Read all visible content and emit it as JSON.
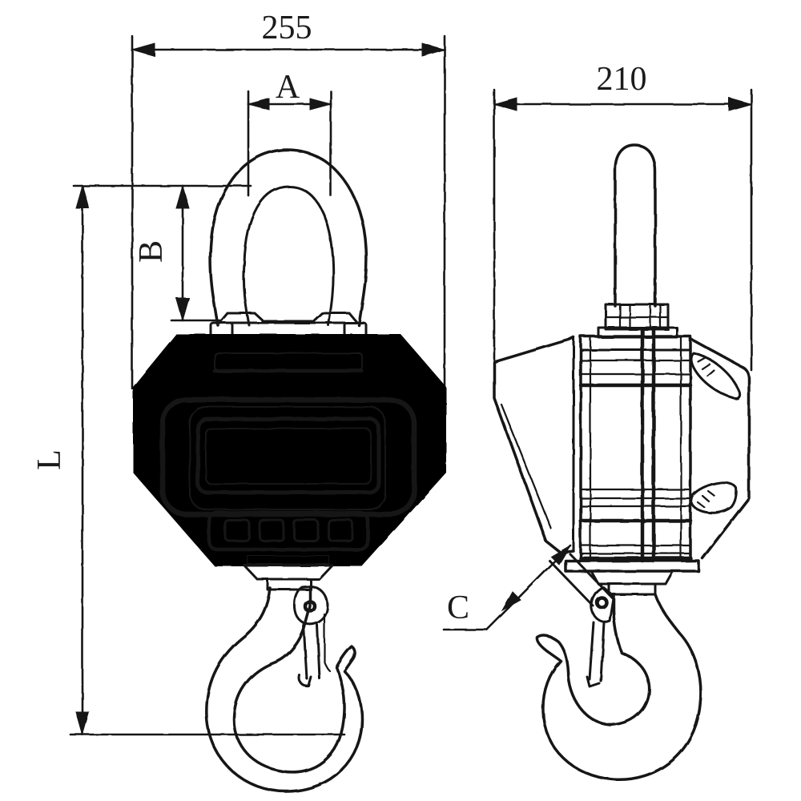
{
  "drawing": {
    "background_color": "#ffffff",
    "line_color": "#161616",
    "front_view": {
      "dim_overall_width": "255",
      "dim_shackle_inner_width": "A",
      "dim_shackle_inner_height": "B",
      "dim_overall_length": "L"
    },
    "side_view": {
      "dim_overall_depth": "210",
      "dim_corner_thickness": "C"
    }
  }
}
